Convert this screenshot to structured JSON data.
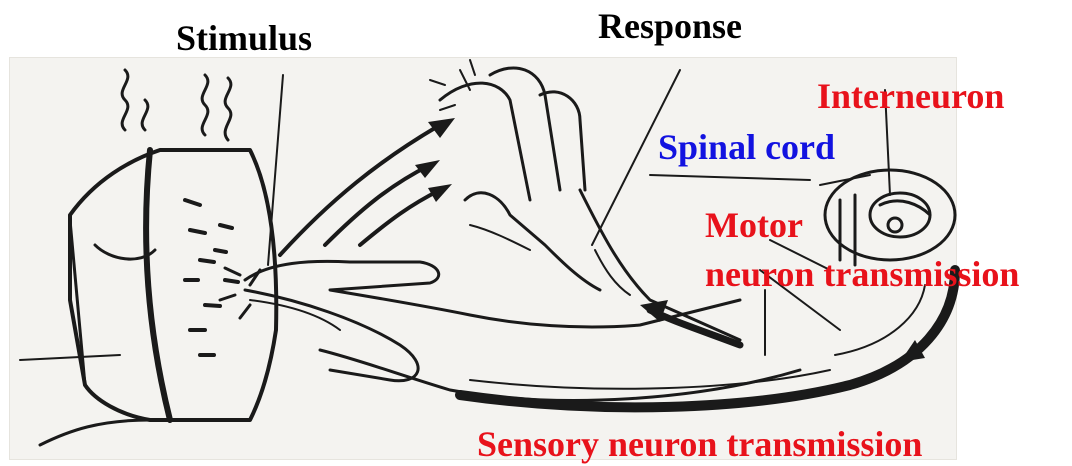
{
  "labels": {
    "stimulus": "Stimulus",
    "response": "Response",
    "interneuron": "Interneuron",
    "spinal_cord": "Spinal cord",
    "motor_line1": "Motor",
    "motor_line2": "neuron transmission",
    "sensory": "Sensory neuron transmission"
  },
  "colors": {
    "black_label": "#000000",
    "red_label": "#e8121b",
    "blue_label": "#1212e0",
    "ink": "#1a1a1a",
    "panel": "#f4f3f0"
  },
  "icons": [
    "iron-icon",
    "touching-hand-icon",
    "withdrawn-hand-icon",
    "spinal-cord-icon",
    "pathway-arrow-icon"
  ]
}
